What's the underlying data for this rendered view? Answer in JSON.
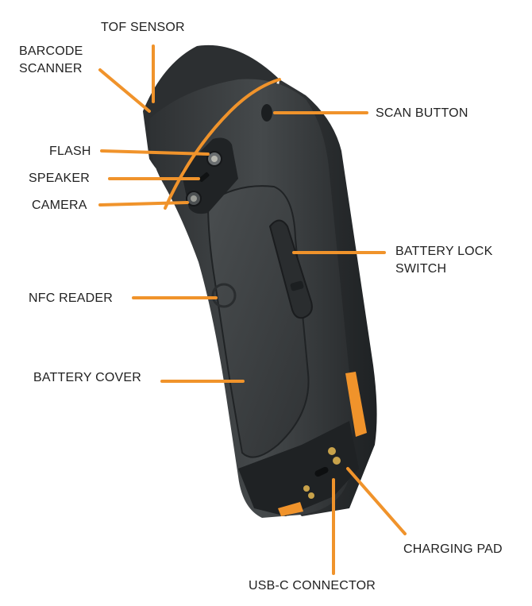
{
  "labels": {
    "tof_sensor": "TOF SENSOR",
    "barcode_scanner": "BARCODE\nSCANNER",
    "scan_button": "SCAN BUTTON",
    "flash": "FLASH",
    "speaker": "SPEAKER",
    "camera": "CAMERA",
    "battery_lock_switch": "BATTERY LOCK\nSWITCH",
    "nfc_reader": "NFC READER",
    "battery_cover": "BATTERY COVER",
    "charging_pad": "CHARGING PAD",
    "usb_c_connector": "USB-C CONNECTOR"
  },
  "colors": {
    "accent": "#f0932b",
    "device_body": "#3b3e40",
    "device_dark": "#26292b",
    "device_light": "#54585a",
    "text": "#222222"
  }
}
